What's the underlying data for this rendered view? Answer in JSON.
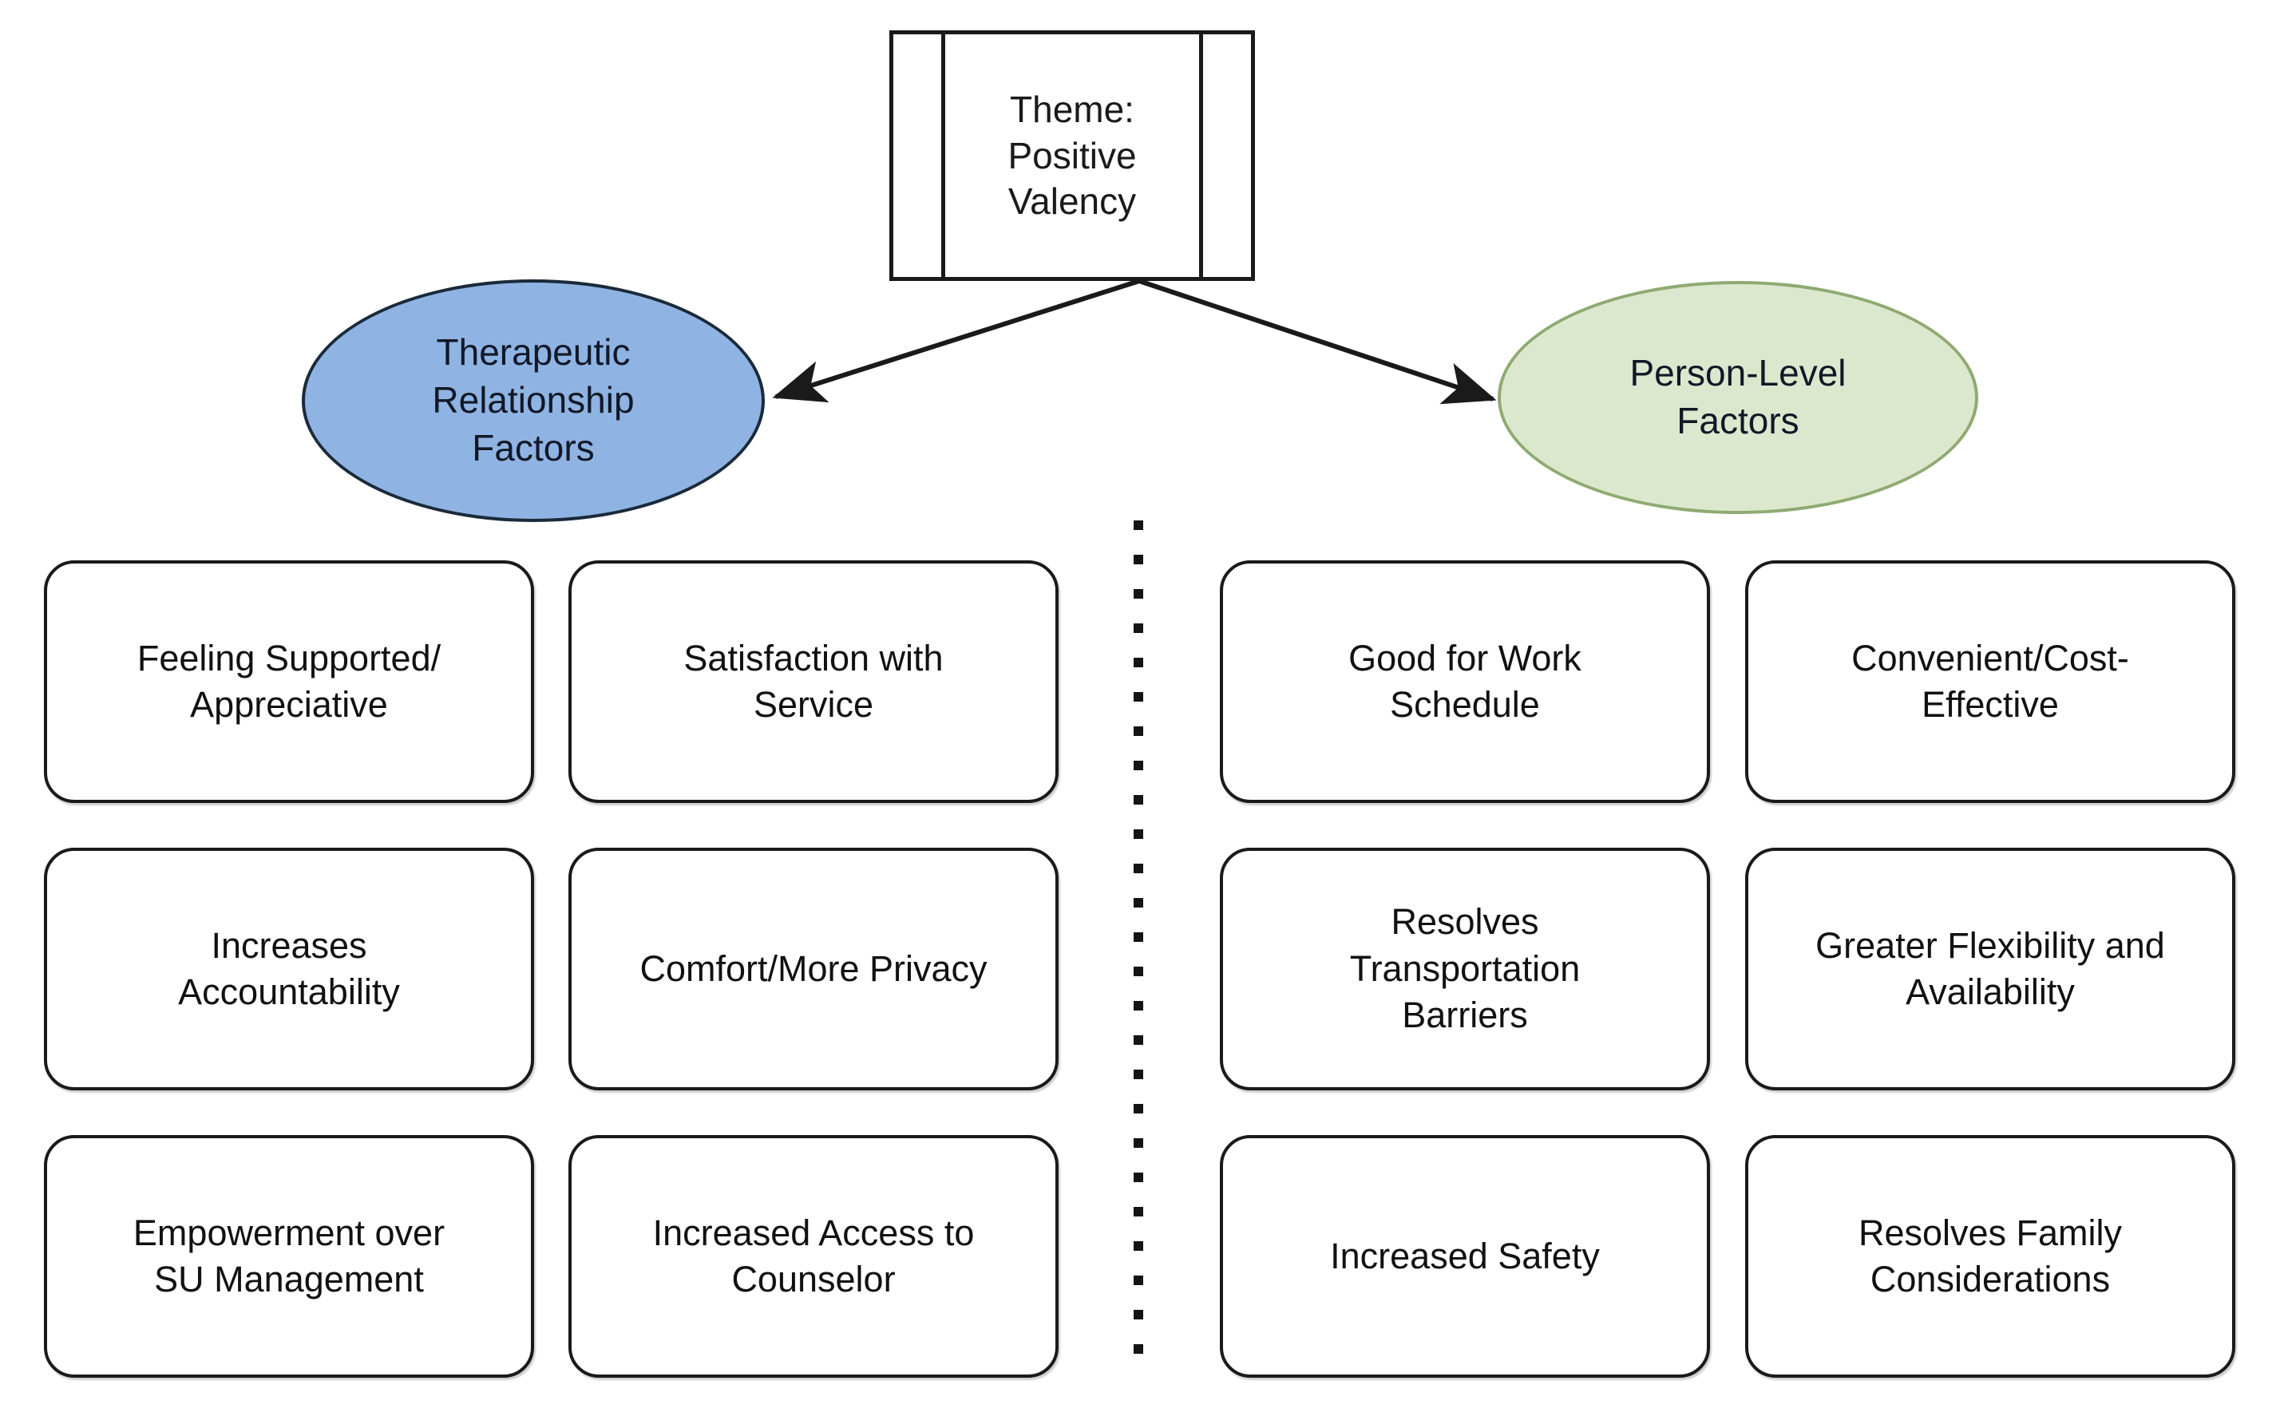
{
  "diagram": {
    "title": "Theme: Positive Valency concept map",
    "root": {
      "label": "Theme: Positive\nValency",
      "shape": "predefined-process"
    },
    "branches": [
      {
        "id": "therapeutic-relationship-factors",
        "label": "Therapeutic\nRelationship\nFactors",
        "shape": "ellipse",
        "fill": "#8FB4E3",
        "stroke": "#1b2a3a",
        "items": [
          "Feeling Supported/\nAppreciative",
          "Satisfaction with\nService",
          "Increases\nAccountability",
          "Comfort/More Privacy",
          "Empowerment over\nSU Management",
          "Increased Access to\nCounselor"
        ]
      },
      {
        "id": "person-level-factors",
        "label": "Person-Level\nFactors",
        "shape": "ellipse",
        "fill": "#DCE8CE",
        "stroke": "#8FAA72",
        "items": [
          "Good for Work\nSchedule",
          "Convenient/Cost-\nEffective",
          "Resolves\nTransportation\nBarriers",
          "Greater Flexibility and\nAvailability",
          "Increased Safety",
          "Resolves Family\nConsiderations"
        ]
      }
    ],
    "connectors": [
      {
        "name": "arrow-root-to-therapeutic",
        "from": "root",
        "to": "therapeutic-relationship-factors",
        "style": "solid-arrow"
      },
      {
        "name": "arrow-root-to-person",
        "from": "root",
        "to": "person-level-factors",
        "style": "solid-arrow"
      }
    ],
    "divider": {
      "name": "vertical-dotted-divider",
      "style": "dotted",
      "color": "#141414"
    },
    "colors": {
      "background": "#ffffff",
      "line": "#1a1a1a",
      "text": "#111111"
    }
  }
}
